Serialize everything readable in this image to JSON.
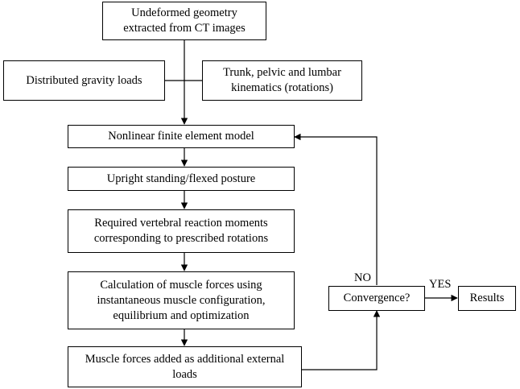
{
  "boxes": {
    "geometry": "Undeformed geometry\nextracted from CT images",
    "gravity": "Distributed gravity loads",
    "kinematics": "Trunk, pelvic and lumbar\nkinematics (rotations)",
    "fem": "Nonlinear finite element model",
    "posture": "Upright standing/flexed posture",
    "moments": "Required vertebral reaction moments\ncorresponding to prescribed rotations",
    "calculation": "Calculation of muscle forces using\ninstantaneous muscle configuration,\nequilibrium and optimization",
    "muscle_forces": "Muscle forces added as additional external\nloads",
    "convergence": "Convergence?",
    "results": "Results"
  },
  "labels": {
    "no": "NO",
    "yes": "YES"
  }
}
